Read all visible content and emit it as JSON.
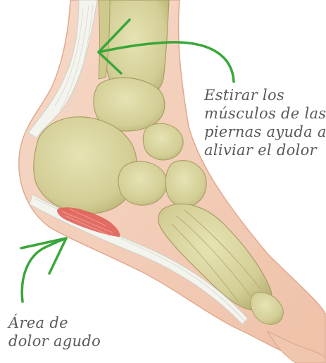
{
  "annotations": {
    "stretch": {
      "lines": [
        "Estirar los",
        "músculos de las",
        "piernas ayuda a",
        "aliviar el dolor"
      ]
    },
    "pain_area": {
      "lines": [
        "Área de",
        "dolor agudo"
      ]
    }
  },
  "colors": {
    "skin": "#f3cdb8",
    "skin_edge": "#e3ac94",
    "bone": "#d7d39c",
    "bone_shadow": "#aaa36a",
    "tendon": "#f2f2ee",
    "inflamed": "#e0605a",
    "arrow": "#3aa63a",
    "text": "#5a5a5a"
  }
}
